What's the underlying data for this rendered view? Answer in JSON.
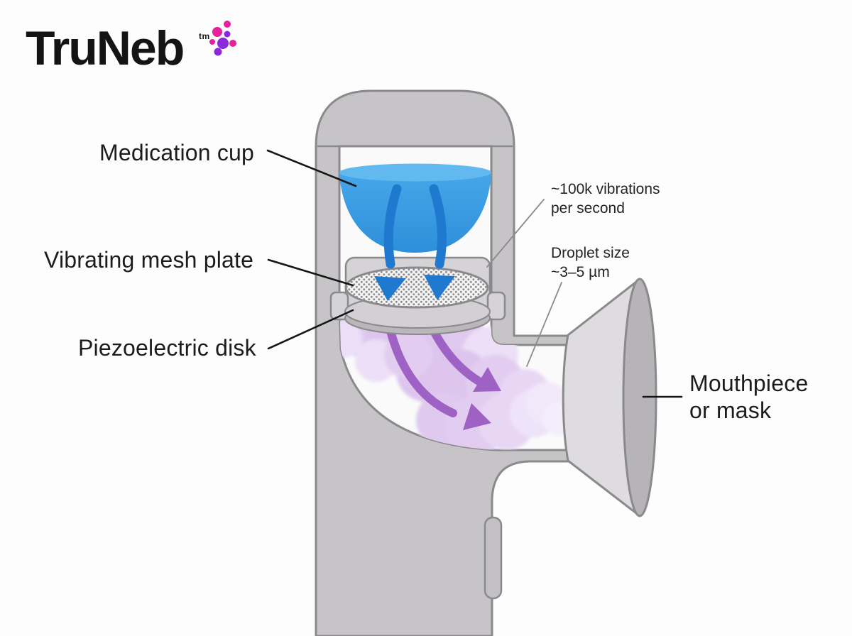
{
  "brand": {
    "name": "TruNeb",
    "trademark": "tm",
    "dot_colors": {
      "magenta": "#e7209b",
      "purple": "#8b27dd"
    }
  },
  "labels": {
    "medication_cup": "Medication cup",
    "vibrating_mesh_plate": "Vibrating mesh plate",
    "piezoelectric_disk": "Piezoelectric disk",
    "mouthpiece": {
      "line1": "Mouthpiece",
      "line2": "or mask"
    },
    "vibration_note": {
      "line1": "~100k vibrations",
      "line2": "per second"
    },
    "droplet_note": {
      "line1": "Droplet size",
      "line2": "~3–5 µm"
    }
  },
  "diagram": {
    "subject": "Vibrating mesh nebulizer cutaway",
    "colors": {
      "device_body": "#c6c4c6",
      "outline": "#8a898b",
      "chamber": "#fafafa",
      "medication_liquid": "#3d9fe6",
      "liquid_surface": "#62b9ef",
      "liquid_arrows": "#1e79cf",
      "aerosol_mist": "#e2cdf0",
      "mist_arrows": "#9d62c3",
      "mesh_plate": "#f6f5f6",
      "piezo_disk": "#d2d0d2",
      "mouthpiece_face": "#b7b4b7",
      "mouthpiece_side": "#dedcde",
      "label_text": "#1c1c1c"
    }
  }
}
